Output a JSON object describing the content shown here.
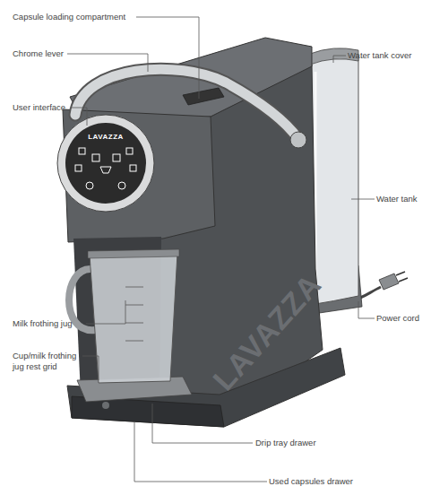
{
  "diagram": {
    "labels": [
      "Capsule loading compartment",
      "Chrome lever",
      "Water tank cover",
      "User interface",
      "LAVAZZA",
      "Water tank",
      "LAVAZZA",
      "Power cord",
      "Milk frothing jug",
      "Cup/milk frothing jug rest grid",
      "Drip tray drawer",
      "Used capsules drawer"
    ]
  }
}
